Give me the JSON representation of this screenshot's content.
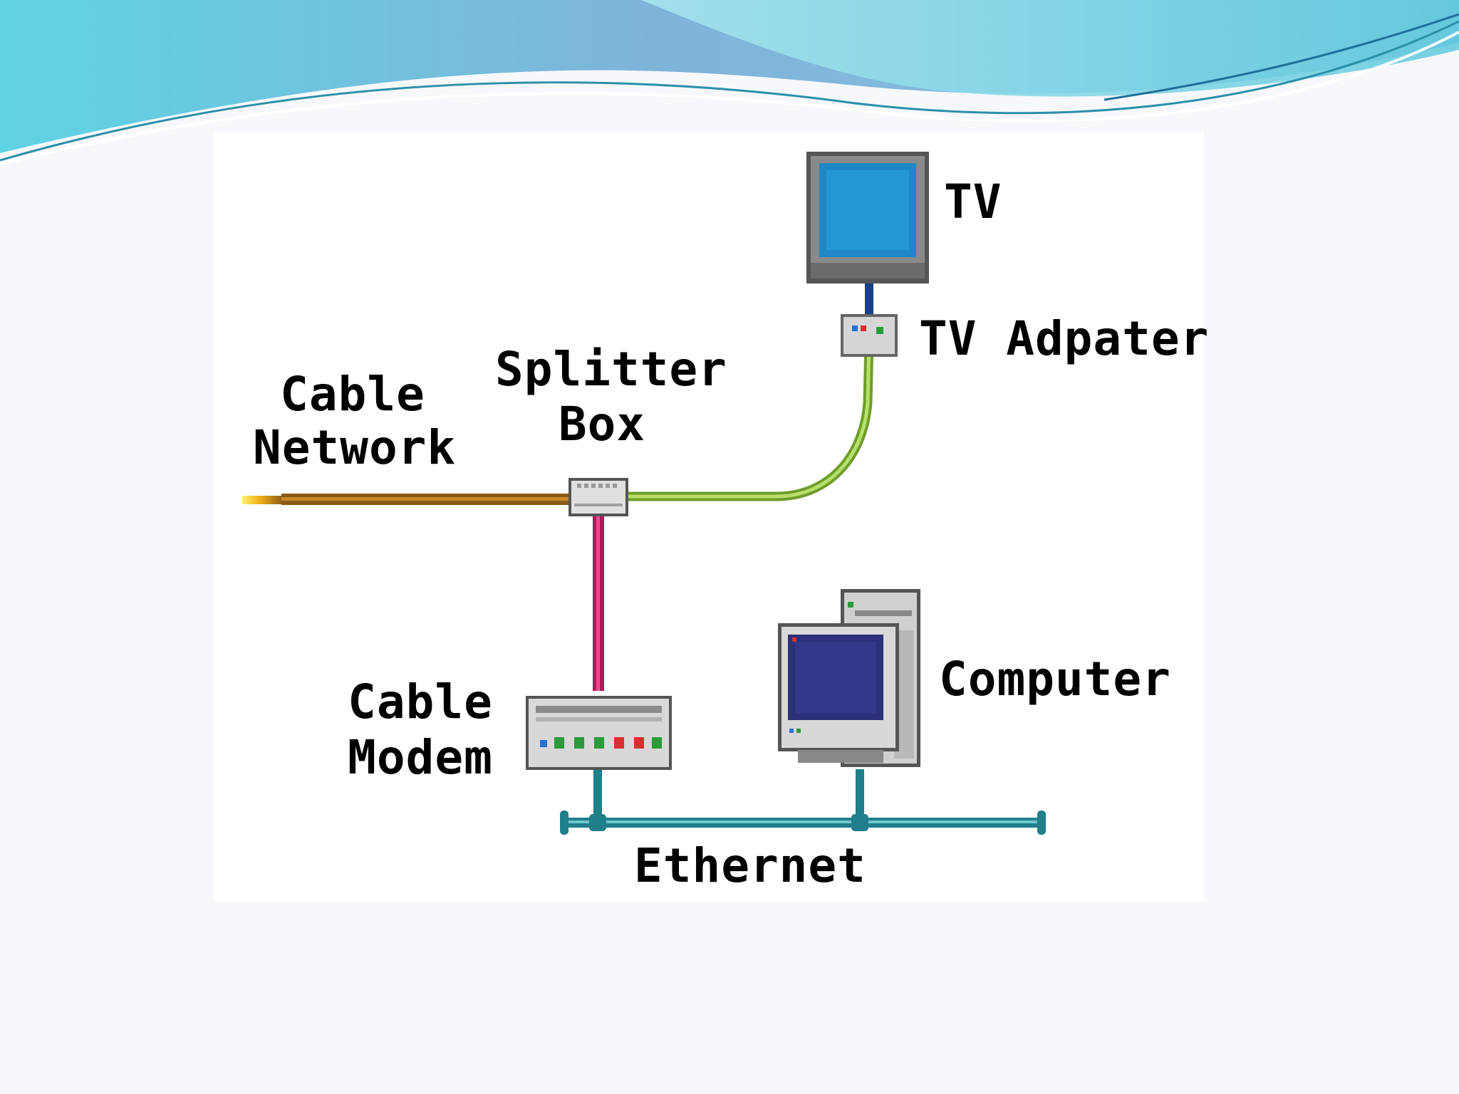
{
  "labels": {
    "tv": "TV",
    "tv_adapter": "TV Adpater",
    "cable_network_line1": "Cable",
    "cable_network_line2": "Network",
    "splitter_box_line1": "Splitter",
    "splitter_box_line2": "Box",
    "computer": "Computer",
    "cable_modem_line1": "Cable",
    "cable_modem_line2": "Modem",
    "ethernet": "Ethernet"
  },
  "colors": {
    "wave_cyan": "#5fd3e3",
    "wave_blue": "#7fb4d9",
    "cable_network_line": "#8a5a14",
    "tv_line": "#8ec63f",
    "modem_line": "#b0185a",
    "ethernet_line": "#1f7f8a",
    "tv_screen": "#1e88c8",
    "computer_screen": "#2c2f7a"
  },
  "icons": {
    "tv": "tv-icon",
    "tv_adapter": "tv-adapter-icon",
    "splitter": "splitter-box-icon",
    "modem": "cable-modem-icon",
    "computer": "computer-icon"
  }
}
